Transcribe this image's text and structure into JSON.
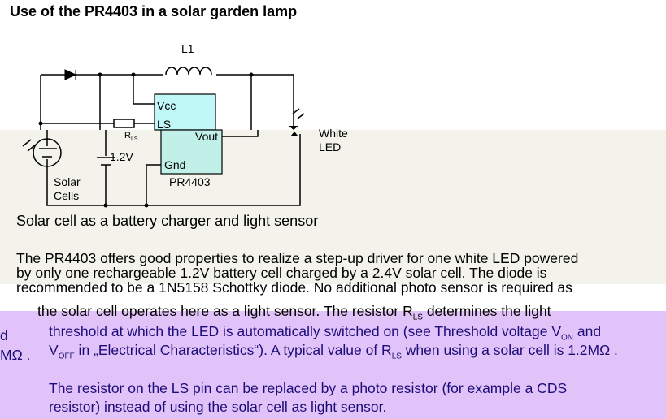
{
  "title": "Use of the PR4403 in a solar garden lamp",
  "circuit": {
    "l1": "L1",
    "vcc": "Vcc",
    "ls": "LS",
    "rls": "R",
    "rls_sub": "LS",
    "vout": "Vout",
    "gnd": "Gnd",
    "ic": "PR4403",
    "battery": "1.2V",
    "solar1": "Solar",
    "solar2": "Cells",
    "led1": "White",
    "led2": "LED"
  },
  "caption": "Solar cell as a battery charger and light sensor",
  "para1": [
    "The PR4403 offers good properties to realize a step-up driver for one white LED powered",
    "by only one rechargeable 1.2V battery cell charged by a 2.4V solar cell. The diode is",
    "recommended to be a 1N5158 Schottky diode. No additional photo sensor is required as"
  ],
  "line4a": "the solar cell operates here as a light sensor. The resistor R",
  "line4sub": "LS",
  "line4b": " determines the light",
  "para2": {
    "l1a": "threshold at which the LED is automatically switched on (see Threshold voltage V",
    "l1sub": "ON",
    "l1b": " and",
    "l2a": "V",
    "l2sub": "OFF",
    "l2b": " in „Electrical Characteristics“). A typical value of R",
    "l2sub2": "LS",
    "l2c": " when using a solar cell is 1.2MΩ ."
  },
  "para3": [
    "The resistor on the LS pin can be replaced by a photo resistor (for example a CDS",
    "resistor) instead of using the solar cell as light sensor."
  ],
  "fragments": [
    "d",
    "MΩ ."
  ]
}
